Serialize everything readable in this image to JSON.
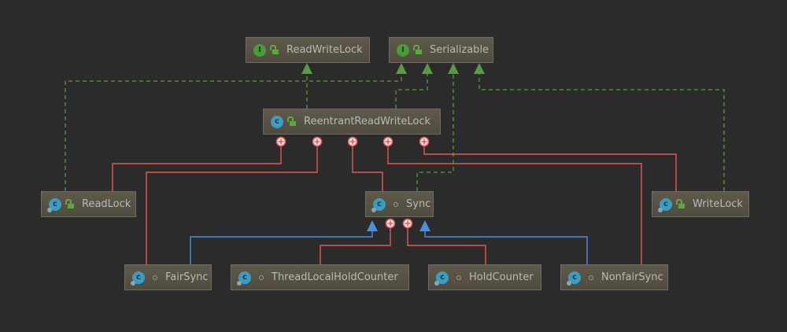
{
  "diagram": {
    "colors": {
      "background": "#2b2b2b",
      "implements": "#5a9a44",
      "extends": "#4a8fe0",
      "inner": "#e05a5a"
    },
    "nodes": [
      {
        "id": "ReadWriteLock",
        "label": "ReadWriteLock",
        "kind": "interface",
        "icon": "interface-icon",
        "visibility": "public"
      },
      {
        "id": "Serializable",
        "label": "Serializable",
        "kind": "interface",
        "icon": "interface-icon",
        "visibility": "public"
      },
      {
        "id": "ReentrantReadWriteLock",
        "label": "ReentrantReadWriteLock",
        "kind": "class",
        "icon": "class-icon",
        "visibility": "public"
      },
      {
        "id": "ReadLock",
        "label": "ReadLock",
        "kind": "static-class",
        "icon": "static-class-icon",
        "visibility": "public"
      },
      {
        "id": "Sync",
        "label": "Sync",
        "kind": "static-class",
        "icon": "static-abstract-class-icon",
        "visibility": "package"
      },
      {
        "id": "WriteLock",
        "label": "WriteLock",
        "kind": "static-class",
        "icon": "static-class-icon",
        "visibility": "public"
      },
      {
        "id": "FairSync",
        "label": "FairSync",
        "kind": "static-class",
        "icon": "static-class-icon",
        "visibility": "package"
      },
      {
        "id": "ThreadLocalHoldCounter",
        "label": "ThreadLocalHoldCounter",
        "kind": "static-class",
        "icon": "static-class-icon",
        "visibility": "package"
      },
      {
        "id": "HoldCounter",
        "label": "HoldCounter",
        "kind": "static-class",
        "icon": "static-class-icon",
        "visibility": "package"
      },
      {
        "id": "NonfairSync",
        "label": "NonfairSync",
        "kind": "static-class",
        "icon": "static-class-icon",
        "visibility": "package"
      }
    ],
    "edges": [
      {
        "from": "ReentrantReadWriteLock",
        "to": "ReadWriteLock",
        "type": "implements"
      },
      {
        "from": "ReentrantReadWriteLock",
        "to": "Serializable",
        "type": "implements"
      },
      {
        "from": "ReadLock",
        "to": "Serializable",
        "type": "implements"
      },
      {
        "from": "Sync",
        "to": "Serializable",
        "type": "implements"
      },
      {
        "from": "WriteLock",
        "to": "Serializable",
        "type": "implements"
      },
      {
        "from": "ReentrantReadWriteLock",
        "to": "ReadLock",
        "type": "inner"
      },
      {
        "from": "ReentrantReadWriteLock",
        "to": "FairSync",
        "type": "inner"
      },
      {
        "from": "ReentrantReadWriteLock",
        "to": "Sync",
        "type": "inner"
      },
      {
        "from": "ReentrantReadWriteLock",
        "to": "NonfairSync",
        "type": "inner"
      },
      {
        "from": "ReentrantReadWriteLock",
        "to": "WriteLock",
        "type": "inner"
      },
      {
        "from": "FairSync",
        "to": "Sync",
        "type": "extends"
      },
      {
        "from": "NonfairSync",
        "to": "Sync",
        "type": "extends"
      },
      {
        "from": "Sync",
        "to": "ThreadLocalHoldCounter",
        "type": "inner"
      },
      {
        "from": "Sync",
        "to": "HoldCounter",
        "type": "inner"
      }
    ]
  }
}
